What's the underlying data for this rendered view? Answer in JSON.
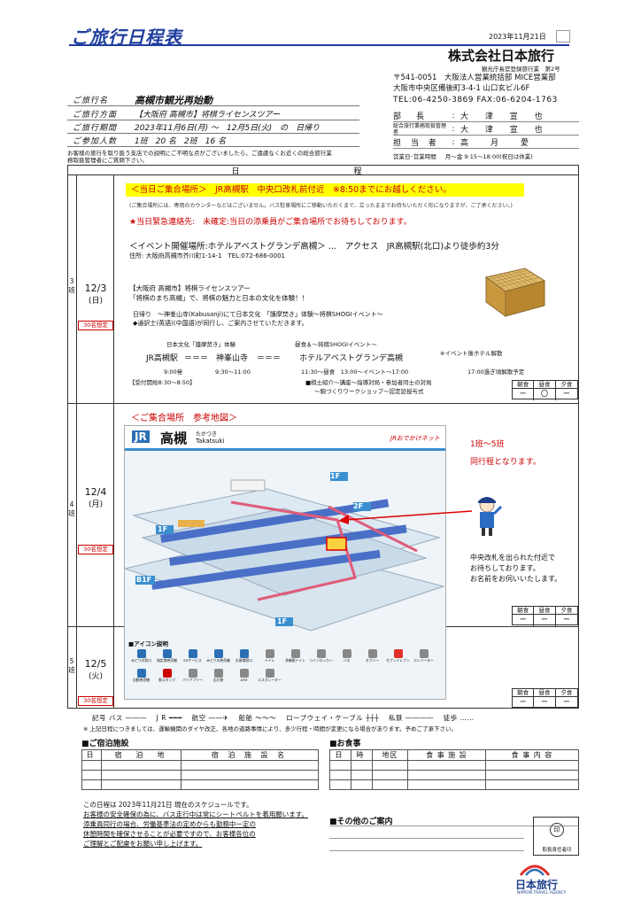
{
  "header": {
    "title": "ご旅行日程表",
    "issue_date": "2023年11月21日",
    "company": "株式会社日本旅行",
    "company_sub": "観光庁長官登録旅行業　第2号",
    "address_line1": "〒541-0051　大阪法人営業統括部 MICE営業部",
    "address_line2": "大阪市中央区備後町3-4-1 山口玄ビル6F",
    "tel_fax": "TEL:06-4250-3869 FAX:06-6204-1763",
    "staff": [
      {
        "label": "部　長",
        "value": "大 津 宣 也"
      },
      {
        "label": "総合旅行業務取扱管理者",
        "value": "大 津 宣 也"
      },
      {
        "label": "担 当 者",
        "value": "高　月　愛"
      }
    ],
    "hours_label": "営業日･営業時間",
    "hours_value": "月～金 9:15～18:00(祝日は休業)"
  },
  "tour_info": [
    {
      "label": "ご旅行名",
      "value": "高槻市観光再始動"
    },
    {
      "label": "ご旅行方面",
      "value": "【大阪府 高槻市】将棋ライセンスツアー"
    },
    {
      "label": "ご旅行期間",
      "value": "2023年11月6日(月) ～　12月5日(火)　の　日帰り"
    },
    {
      "label": "ご参加人数",
      "value": "1班　20 名　2班　16 名"
    }
  ],
  "notice_top": "お客様の旅行を取り扱う支店での説明にご不明な点がございましたら、ご遠慮なくお近くの総合旅行業務取扱管理者にご質問下さい。",
  "schedule_header": "日　程",
  "days": [
    {
      "group": "3班",
      "date": "12/3",
      "weekday": "(日)",
      "nights": "30名想定",
      "meeting": "＜当日ご集合場所＞　JR高槻駅　中央口改札前付近　※8:50までにお越しください。",
      "meeting_note": "(ご集合場所には、専用のカウンターなどはございません。バス駐車場所にご移動いただくまで、立ったままでお待ちいただく形になりますが、ご了承ください。)",
      "emergency": "★当日緊急連絡先:　未確定:当日の添乗員がご集合場所でお待ちしております。",
      "venue": "＜イベント開催場所:ホテルアベストグランデ高槻＞ …　アクセス　JR高槻駅(北口)より徒歩約3分",
      "venue_addr": "住所: 大阪府高槻市芥川町1-14-1　TEL:072-686-0001",
      "desc1": "【大阪府 高槻市】将棋ライセンスツアー",
      "desc2": "「将棋のまち高槻」で、将棋の魅力と日本の文化を体験！！",
      "desc3": "日帰り　～神峯山寺(Kabusanji)にて日本文化　「護摩焚き」体験～将棋SHOGIイベント～",
      "desc4": "◆通訳士(英語)(中国語)が同行し、ご案内させていただきます。",
      "sub1": "日本文化「護摩焚き」体験",
      "sub2": "昼食＆～将棋SHOGIイベント～",
      "sub3": "※イベント後ホテル解散",
      "route1": "JR高槻駅",
      "route2": "神峯山寺",
      "route3": "ホテルアベストグランデ高槻",
      "arrow": "＝＝＝",
      "t1": "9:00発",
      "t2": "9:30～11:00",
      "t3": "11:30～昼食　13:00～イベント～17:00",
      "t4": "17:00過ぎ頃解散予定",
      "reception": "【受付開始8:30～8:50】",
      "event1": "■棋士紹介～講座～指導対局・参加者同士の対局",
      "event2": "～駒づくりワークショップ～認定証授与式"
    },
    {
      "group": "4班",
      "date": "12/4",
      "weekday": "(月)",
      "nights": "30名想定",
      "map_title": "＜ご集合場所　参考地図＞",
      "group_note1": "1班～5班",
      "group_note2": "同行程となります。",
      "wait_note1": "中央改札を出られた付近で",
      "wait_note2": "お待ちしております。",
      "wait_note3": "お名前をお伺いいたします。"
    },
    {
      "group": "5班",
      "date": "12/5",
      "weekday": "(火)",
      "nights": "30名想定"
    }
  ],
  "map": {
    "station": "高槻",
    "kana": "たかつき",
    "roman": "Takatsuki",
    "jr_logo": "JR",
    "brand": "JRおでかけネット",
    "floors": [
      "1F",
      "2F",
      "1F",
      "B1F",
      "1F"
    ],
    "icon_title": "■アイコン説明",
    "icons": [
      "みどりの窓口",
      "指定席券売機",
      "EXサービス",
      "みどりの券売機",
      "お客様窓口",
      "トイレ",
      "多機能トイレ",
      "コインロッカー",
      "バス",
      "タクシー",
      "セブンイレブン",
      "エレベーター",
      "自動券売機",
      "駅スタンプ",
      "バリアフリー",
      "忘れ物",
      "ATM",
      "エスカレーター"
    ]
  },
  "meal_labels": [
    "朝食",
    "昼食",
    "夕食"
  ],
  "meals": [
    [
      "ー",
      "〇",
      "ー"
    ],
    [
      "ー",
      "ー",
      "ー"
    ],
    [
      "ー",
      "ー",
      "ー"
    ]
  ],
  "legend": "記号 バス ―――　 J R ━━━　 航空 ――✈　 船舶 〜〜〜　 ロープウェイ・ケーブル ┼┼┼　 私鉄 ――――　 徒歩 ……",
  "legend_note": "※ 上記日程につきましては、運輸機関のダイヤ改正、各地の道路事情により、多少行程・時間が変更になる場合があります。予めご了承下さい。",
  "accommodation": {
    "title": "■ご宿泊施設",
    "headers": [
      "日",
      "宿　泊　地",
      "宿 泊 施 設 名"
    ]
  },
  "meal_section": {
    "title": "■お食事",
    "headers": [
      "日",
      "時",
      "地区",
      "食 事 施 設",
      "食 事 内 容"
    ]
  },
  "other": {
    "title": "■その他のご案内"
  },
  "footer": [
    "この日程は 2023年11月21日 現在のスケジュールです。",
    "お客様の安全確保の為に、バス走行中は常にシートベルトを着用願います。",
    "添乗員同行の場合、労働基準法の定めからも勤務中一定の",
    "休憩時間を確保させることが必要ですので、お客様各位の",
    "ご理解とご配慮をお願い申し上げます。"
  ],
  "stamp_label": "取扱責任者印",
  "stamp_mark": "印",
  "logo_text": "日本旅行",
  "logo_sub": "NIPPON TRAVEL AGENCY",
  "colors": {
    "title": "#1f3d9e",
    "red": "#cc0000",
    "highlight": "#ffff00"
  }
}
